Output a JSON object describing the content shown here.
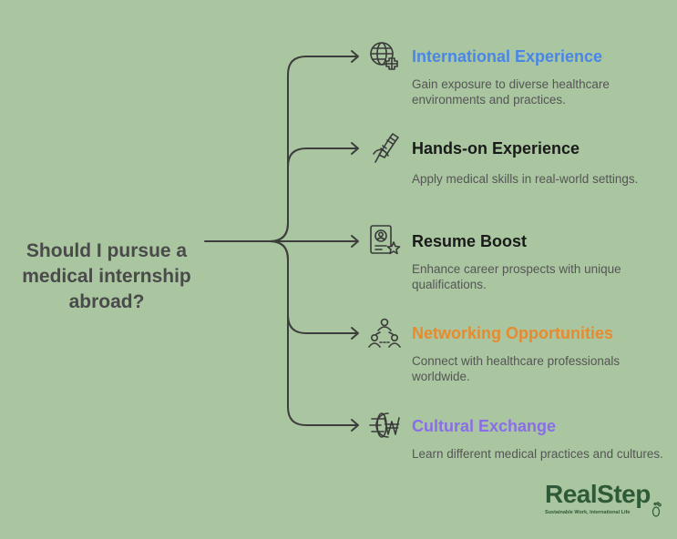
{
  "question": "Should I pursue a medical internship abroad?",
  "options": [
    {
      "title": "International Experience",
      "description": "Gain exposure to diverse healthcare environments and practices.",
      "icon": "globe-plus-icon",
      "color": "#4a86e8"
    },
    {
      "title": "Hands-on Experience",
      "description": "Apply medical skills in real-world settings.",
      "icon": "syringe-hand-icon",
      "color": "#1a1a1a"
    },
    {
      "title": "Resume Boost",
      "description": "Enhance career prospects with unique qualifications.",
      "icon": "resume-star-icon",
      "color": "#1a1a1a"
    },
    {
      "title": "Networking Opportunities",
      "description": "Connect with healthcare professionals worldwide.",
      "icon": "people-network-icon",
      "color": "#e88a2e"
    },
    {
      "title": "Cultural Exchange",
      "description": "Learn different medical practices and cultures.",
      "icon": "globe-currency-icon",
      "color": "#8a6ee8"
    }
  ],
  "brand": {
    "name": "RealStep",
    "tagline": "Sustainable Work, International Life",
    "color": "#2f5a37"
  },
  "connector_color": "#3d3d3d"
}
